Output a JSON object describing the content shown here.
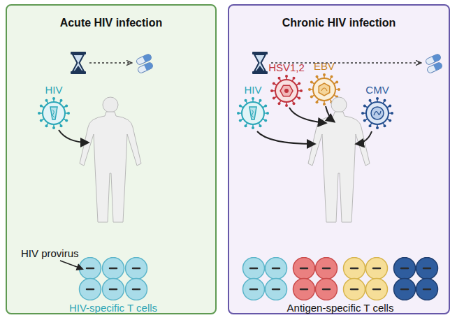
{
  "diagram": {
    "nodes": [
      {
        "text": [
          "Acute HIV infection"
        ]
      },
      {
        "text": [
          "HIV"
        ],
        "in": 0
      },
      {
        "text": [
          "HIV-specific T cells"
        ],
        "in": 0
      },
      {
        "text": [
          "Chronic HIV infection"
        ]
      },
      {
        "text": [
          "HIV"
        ],
        "in": 3
      },
      {
        "text": [
          "HSV1,2"
        ],
        "in": 3
      },
      {
        "text": [
          "EBV"
        ],
        "in": 3
      },
      {
        "text": [
          "CMV"
        ],
        "in": 3
      },
      {
        "text": [
          "Antigen-specific T cells"
        ],
        "in": 3
      }
    ],
    "labels": [
      "HIV provirus"
    ]
  }
}
